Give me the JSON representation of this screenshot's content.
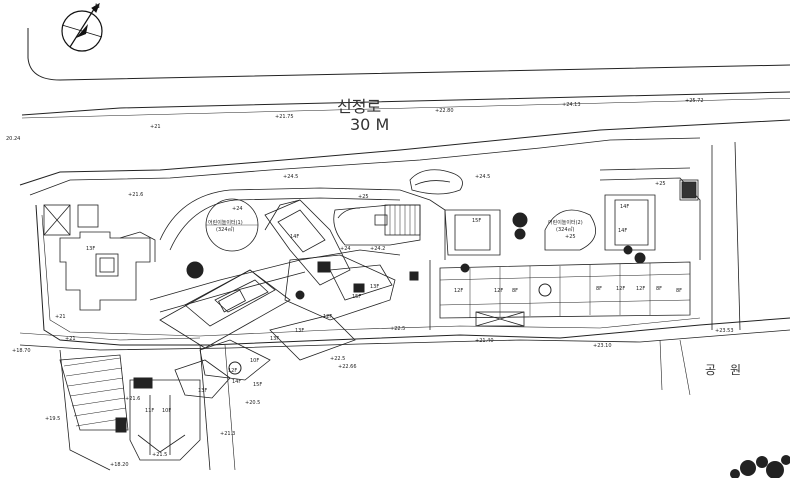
{
  "compass": {
    "north_label": "N"
  },
  "road": {
    "name": "신정로",
    "width": "30 M"
  },
  "park": {
    "label": "공원"
  },
  "elevations": [
    "+21",
    "+21.75",
    "+22.80",
    "+24.13",
    "+25.72",
    "+24.5",
    "+24",
    "+25",
    "+24.2",
    "+21",
    "+21",
    "+18.70",
    "+19.5",
    "+18.20",
    "+20.5",
    "+21.3",
    "+22.5",
    "+22.66",
    "+21.40",
    "+23.10",
    "+23.53",
    "+25",
    "+25",
    "+21.6",
    "+24.5",
    "+24",
    "+21.5",
    "+22.5",
    "+21.6",
    "20.24"
  ],
  "floors": [
    "13F",
    "14F",
    "15F",
    "13F",
    "12F",
    "13F",
    "10F",
    "12F",
    "13F",
    "14F",
    "15F",
    "11F",
    "10F",
    "15F",
    "12F",
    "12F",
    "8F",
    "8F",
    "12F",
    "12F",
    "8F",
    "8F",
    "14F",
    "14F",
    "13F"
  ],
  "playgrounds": [
    {
      "label": "어린이놀이터(1)",
      "area": "(324㎡)"
    },
    {
      "label": "어린이놀이터(2)",
      "area": "(324㎡)"
    }
  ]
}
